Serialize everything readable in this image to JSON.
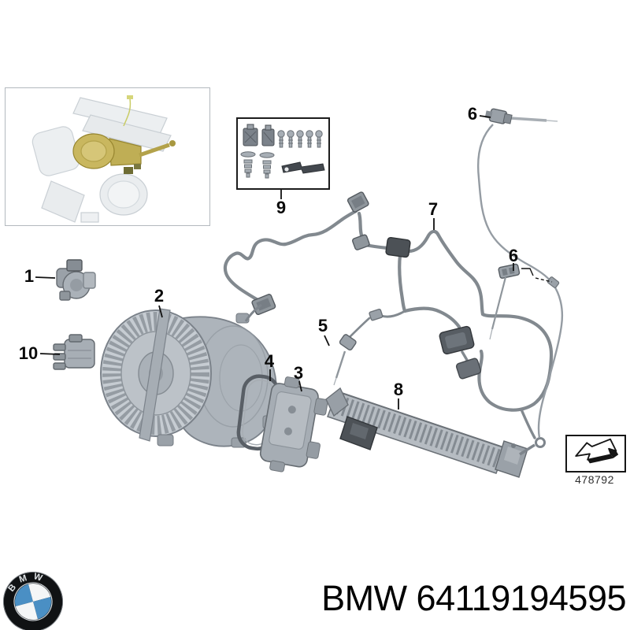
{
  "diagram": {
    "callouts": [
      "1",
      "2",
      "3",
      "4",
      "5",
      "6",
      "6",
      "7",
      "8",
      "9",
      "10"
    ],
    "reference_code": "478792"
  },
  "branding": {
    "logo_text": "BMW",
    "caption": "BMW 64119194595"
  },
  "colors": {
    "background": "#ffffff",
    "line_art_gray": "#82898f",
    "highlight_gold": "#c4b259",
    "bmw_blue": "#4a8fc4",
    "callout_black": "#0a0a0a"
  }
}
